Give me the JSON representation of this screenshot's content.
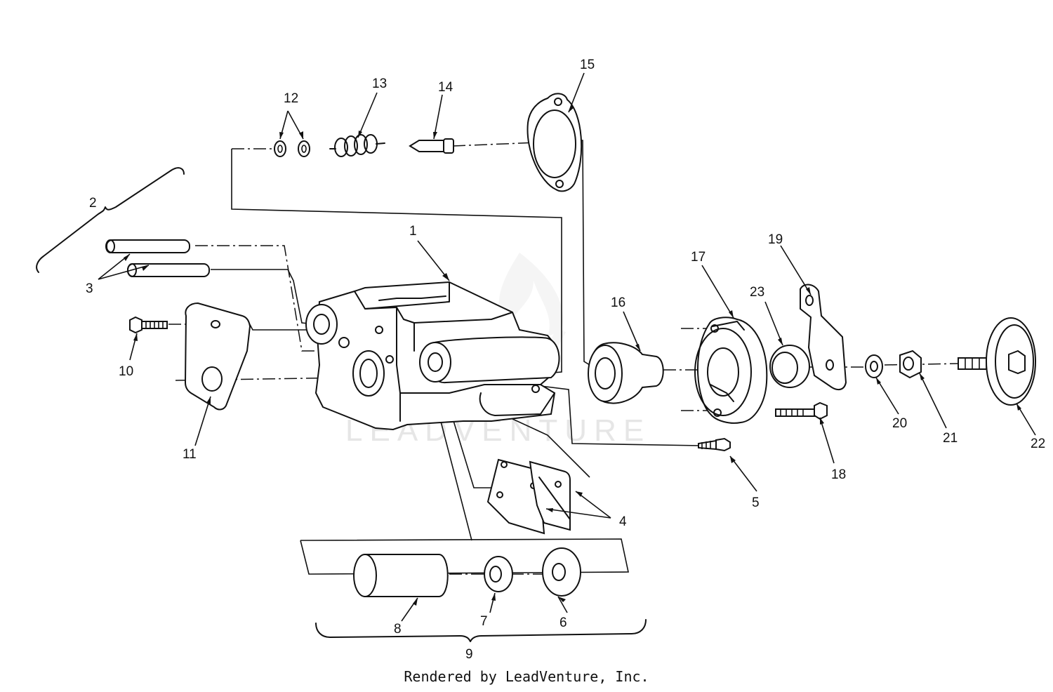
{
  "watermark": "LEADVENTURE",
  "footer": "Rendered by LeadVenture, Inc.",
  "labels": {
    "p1": "1",
    "p2": "2",
    "p3": "3",
    "p4": "4",
    "p5": "5",
    "p6": "6",
    "p7": "7",
    "p8": "8",
    "p9": "9",
    "p10": "10",
    "p11": "11",
    "p12": "12",
    "p13": "13",
    "p14": "14",
    "p15": "15",
    "p16": "16",
    "p17": "17",
    "p18": "18",
    "p19": "19",
    "p20": "20",
    "p21": "21",
    "p22": "22",
    "p23": "23"
  }
}
